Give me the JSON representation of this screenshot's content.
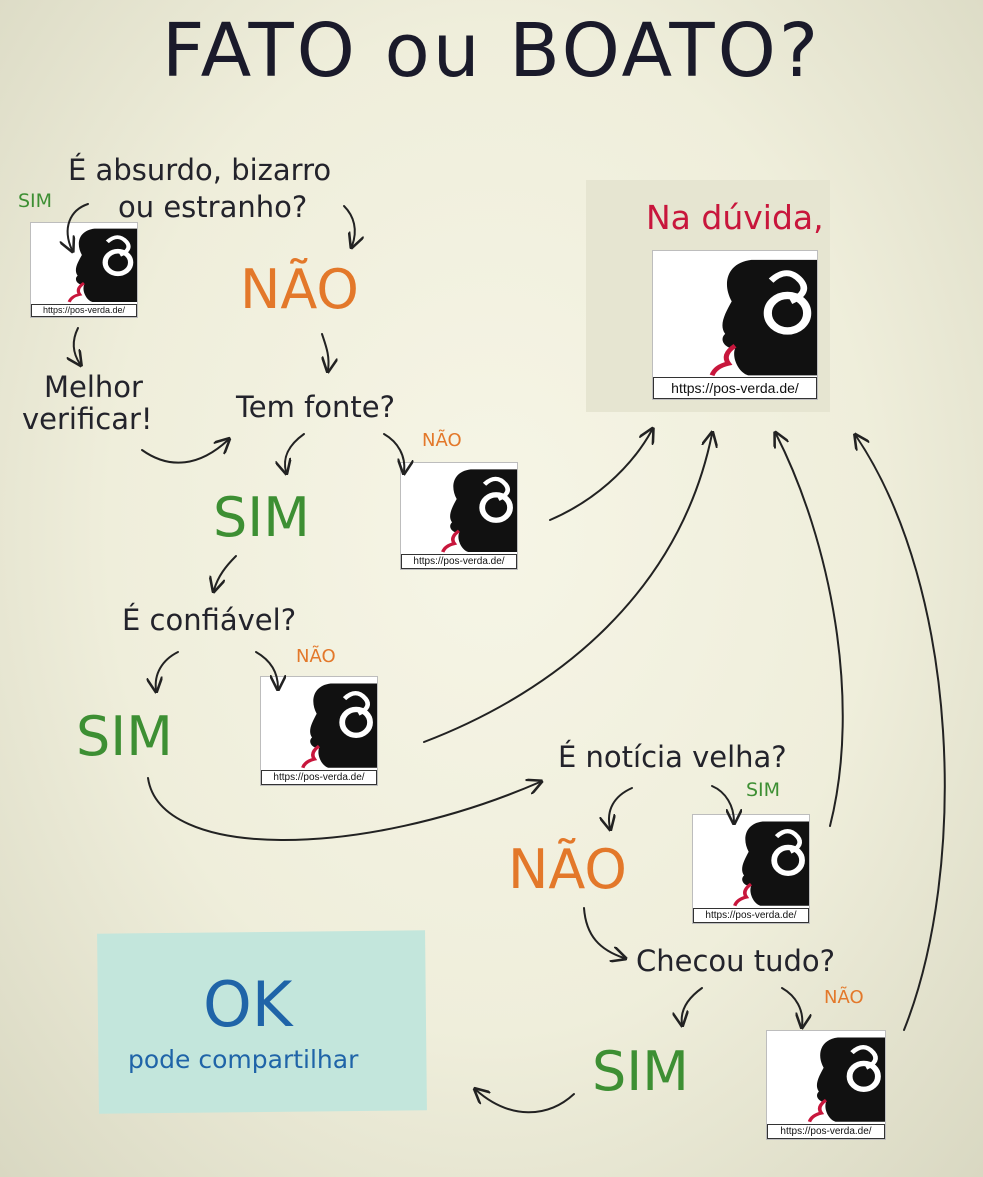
{
  "title": "FATO ou BOATO?",
  "url_label": "https://pos-verda.de/",
  "colors": {
    "green": "#3d8f33",
    "orange": "#e3782a",
    "red": "#c8163c",
    "ok_blue": "#1f64a8",
    "ok_box": "#c3e6dc"
  },
  "q1": {
    "line1": "É absurdo, bizarro",
    "line2": "ou estranho?",
    "yes": "SIM",
    "no": "NÃO"
  },
  "verify": {
    "line1": "Melhor",
    "line2": "verificar!"
  },
  "q2": {
    "text": "Tem fonte?",
    "yes": "SIM",
    "no": "NÃO"
  },
  "q3": {
    "text": "É confiável?",
    "yes": "SIM",
    "no": "NÃO"
  },
  "q4": {
    "text": "É notícia velha?",
    "yes": "SIM",
    "no": "NÃO"
  },
  "q5": {
    "text": "Checou tudo?",
    "yes": "SIM",
    "no": "NÃO"
  },
  "doubt": {
    "text": "Na dúvida,"
  },
  "ok": {
    "title": "OK",
    "subtitle": "pode compartilhar"
  }
}
